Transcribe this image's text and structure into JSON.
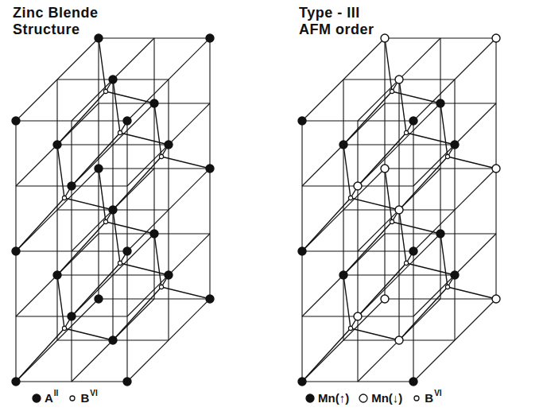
{
  "diagram": {
    "labels": [
      "Zinc Blende Structure",
      "Type - III AFM order",
      "II",
      "VI",
      "VI"
    ],
    "legend": [
      {
        "text": "A"
      },
      {
        "text": "B"
      },
      {
        "text": "Mn(↑)"
      },
      {
        "text": "Mn(↓)"
      },
      {
        "text": "B"
      }
    ]
  }
}
